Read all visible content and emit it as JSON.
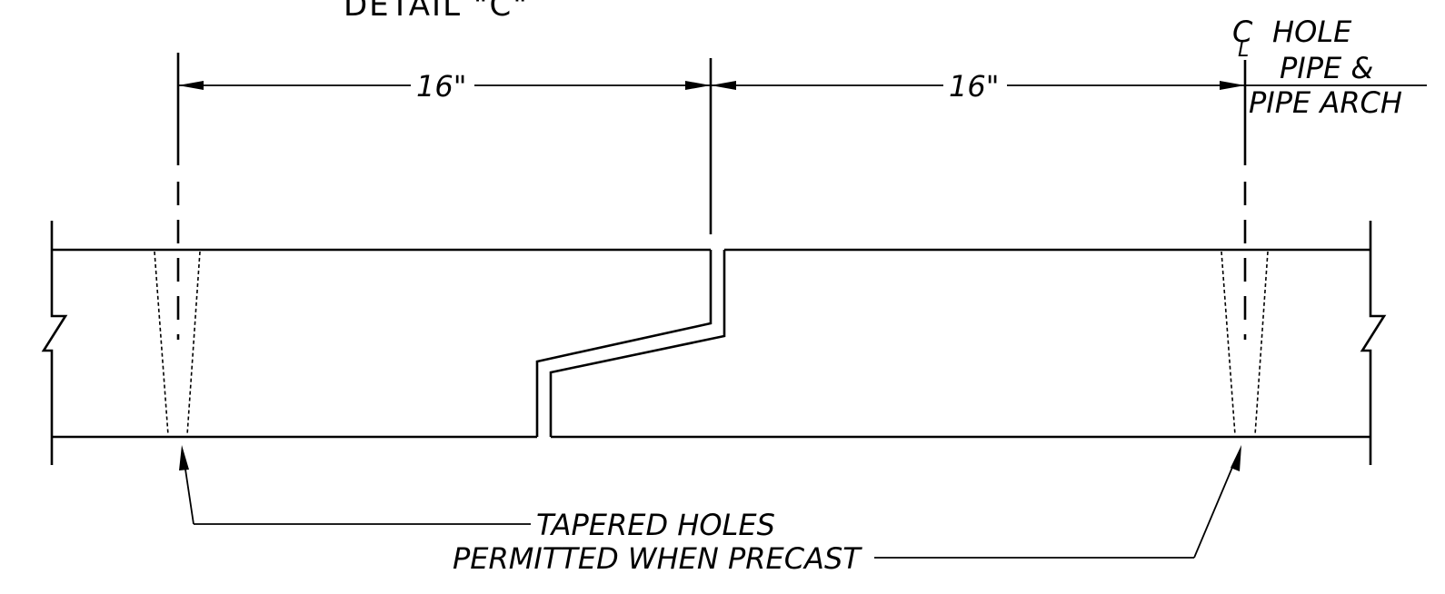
{
  "title": "DETAIL \"C\"",
  "dimensions": [
    {
      "label": "16\""
    },
    {
      "label": "16\""
    }
  ],
  "centerline_label": {
    "symbol": "C",
    "symbol_sub": "L",
    "text": "HOLE",
    "line2": "PIPE &",
    "line3": "PIPE ARCH"
  },
  "note": {
    "line1": "TAPERED HOLES",
    "line2": "PERMITTED WHEN PRECAST"
  }
}
